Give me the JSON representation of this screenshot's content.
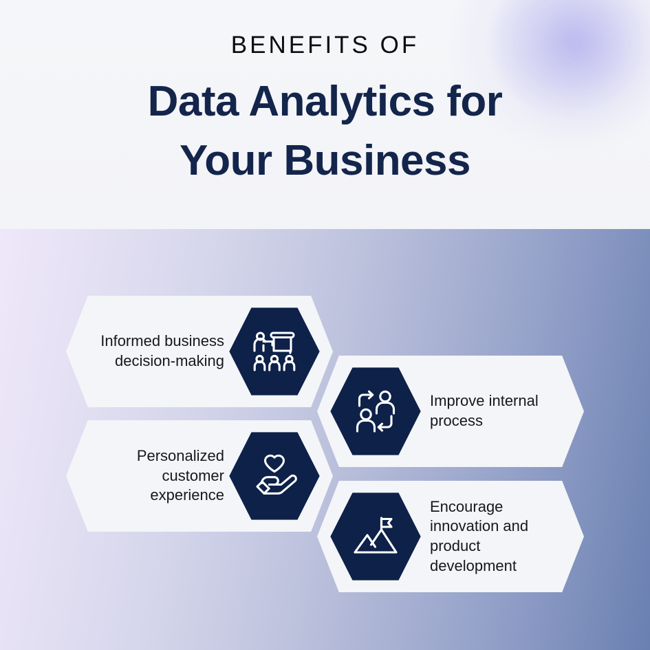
{
  "header": {
    "eyebrow": "BENEFITS OF",
    "title_line1": "Data Analytics for",
    "title_line2": "Your Business"
  },
  "colors": {
    "navy": "#0d2149",
    "title_navy": "#14254c",
    "card_bg": "#f4f5f8",
    "gradient_start": "#efe7fa",
    "gradient_end": "#6a80b1",
    "icon_stroke": "#ffffff"
  },
  "benefits": [
    {
      "text": "Informed business decision-making",
      "icon": "presentation-training-icon",
      "side": "left"
    },
    {
      "text": "Improve internal process",
      "icon": "people-process-cycle-icon",
      "side": "right"
    },
    {
      "text": "Personalized customer experience",
      "icon": "hand-holding-heart-icon",
      "side": "left"
    },
    {
      "text": "Encourage innovation and product development",
      "icon": "mountain-flag-icon",
      "side": "right"
    }
  ]
}
